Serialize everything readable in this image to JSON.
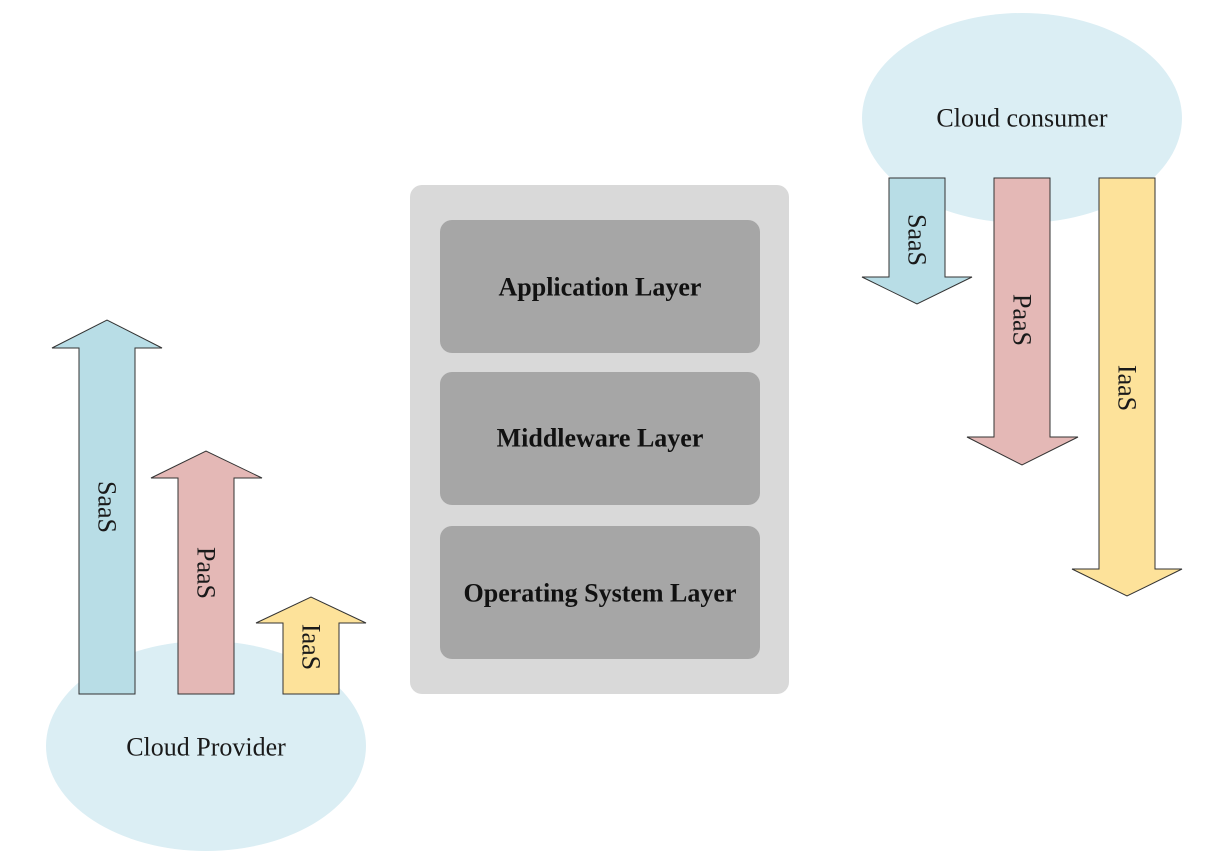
{
  "colors": {
    "saas": "#b8dde6",
    "paas": "#e4b8b6",
    "iaas": "#fde29a",
    "cloud": "#dbeef4",
    "stack_bg": "#d9d9d9",
    "layer_bg": "#a6a6a6"
  },
  "provider": {
    "label": "Cloud Provider",
    "arrows": {
      "saas": "SaaS",
      "paas": "PaaS",
      "iaas": "IaaS"
    }
  },
  "consumer": {
    "label": "Cloud consumer",
    "arrows": {
      "saas": "SaaS",
      "paas": "PaaS",
      "iaas": "IaaS"
    }
  },
  "stack": {
    "layers": [
      "Application Layer",
      "Middleware Layer",
      "Operating System Layer"
    ]
  }
}
